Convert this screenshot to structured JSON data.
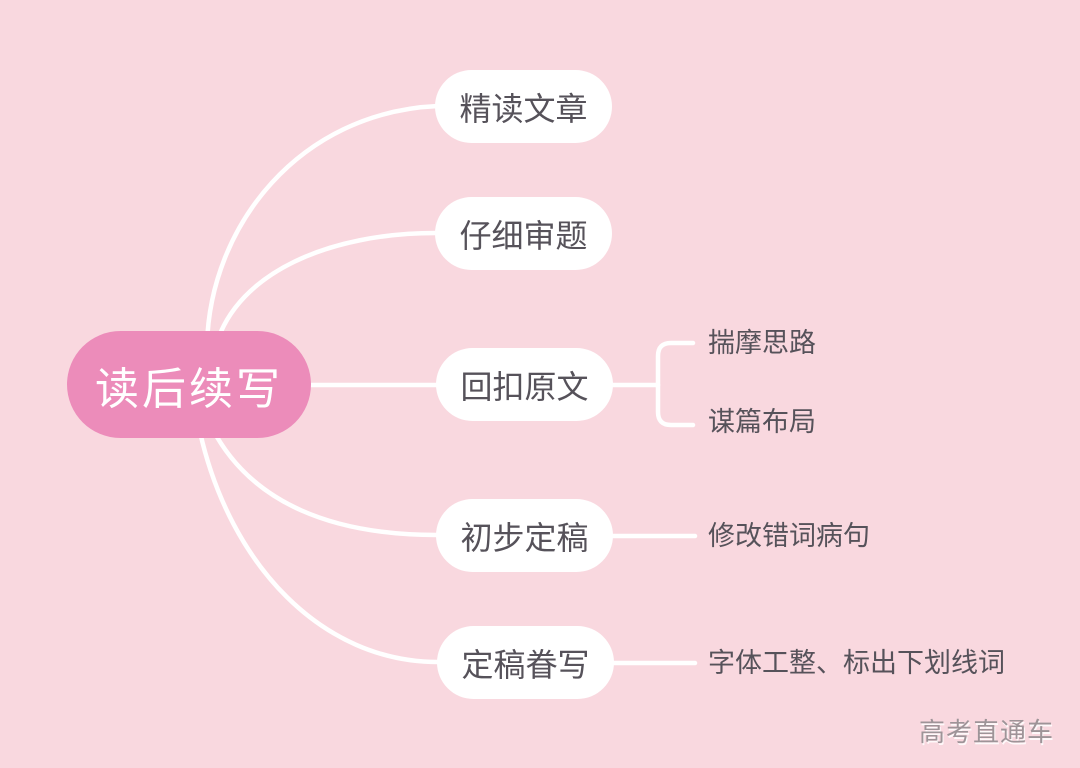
{
  "colors": {
    "bg": "#f9d8df",
    "accent": "#ec8cba",
    "node-bg": "#ffffff",
    "text": "#56525a",
    "root-text": "#ffffff",
    "line": "#ffffff",
    "watermark": "#9e9498"
  },
  "root": {
    "label": "读后续写"
  },
  "branches": [
    {
      "label": "精读文章",
      "children": []
    },
    {
      "label": "仔细审题",
      "children": []
    },
    {
      "label": "回扣原文",
      "children": [
        {
          "label": "揣摩思路"
        },
        {
          "label": "谋篇布局"
        }
      ]
    },
    {
      "label": "初步定稿",
      "children": [
        {
          "label": "修改错词病句"
        }
      ]
    },
    {
      "label": "定稿眷写",
      "children": [
        {
          "label": "字体工整、标出下划线词"
        }
      ]
    }
  ],
  "watermark": {
    "label": "高考直通车"
  }
}
